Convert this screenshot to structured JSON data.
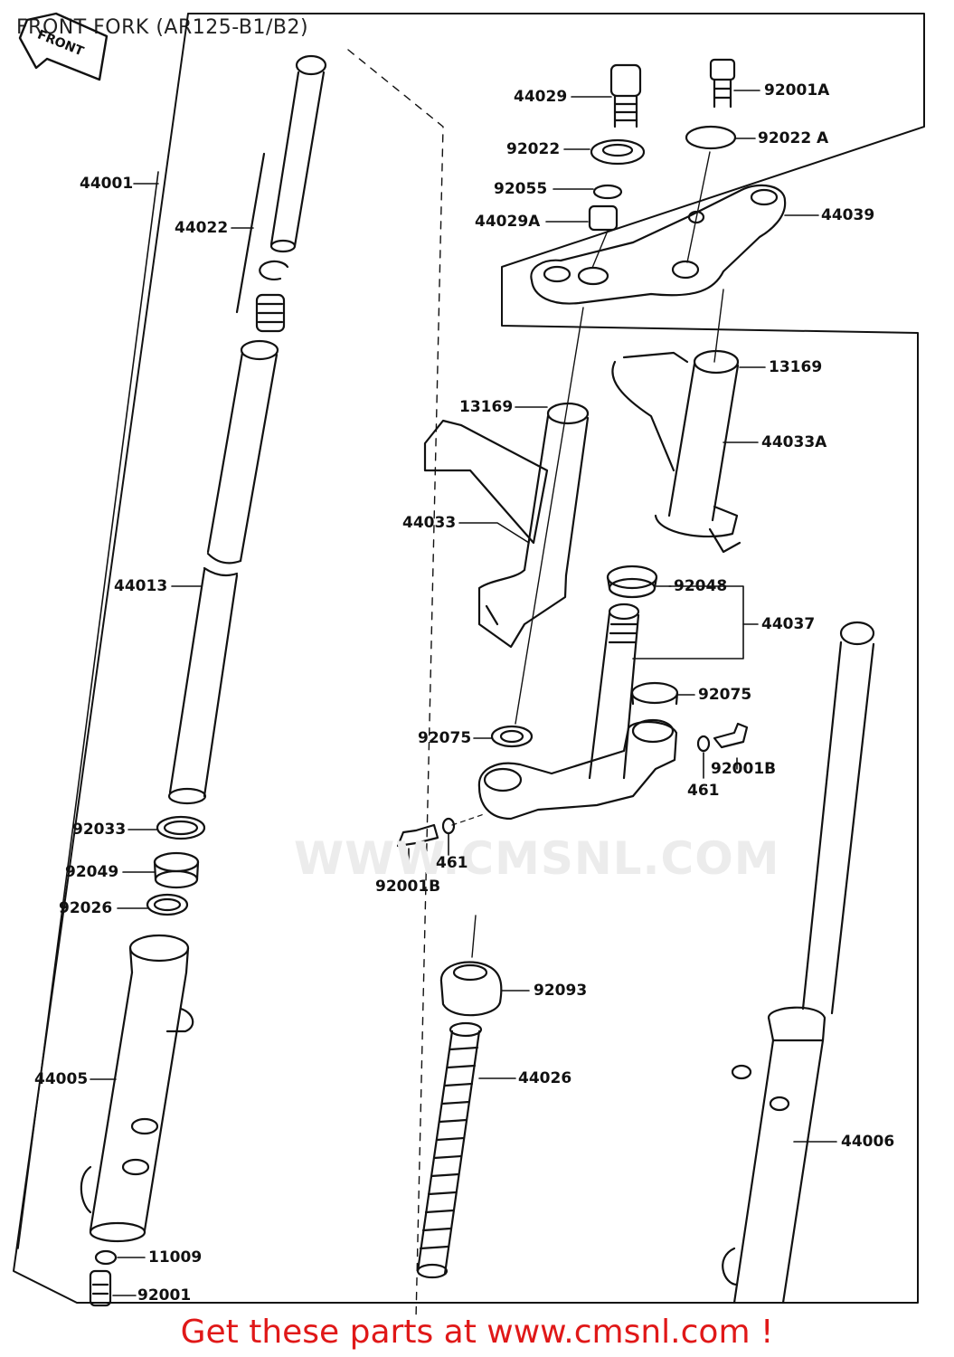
{
  "title": "FRONT FORK (AR125-B1/B2)",
  "front_badge": "FRONT",
  "watermark": "WWW.CMSNL.COM",
  "promo": "Get these parts at www.cmsnl.com !",
  "parts": [
    {
      "id": "p44029",
      "label": "44029"
    },
    {
      "id": "p92001A",
      "label": "92001A"
    },
    {
      "id": "p92022",
      "label": "92022"
    },
    {
      "id": "p92022A",
      "label": "92022 A"
    },
    {
      "id": "p92055",
      "label": "92055"
    },
    {
      "id": "p44029A",
      "label": "44029A"
    },
    {
      "id": "p44039",
      "label": "44039"
    },
    {
      "id": "p44001",
      "label": "44001"
    },
    {
      "id": "p44022",
      "label": "44022"
    },
    {
      "id": "p13169a",
      "label": "13169"
    },
    {
      "id": "p13169b",
      "label": "13169"
    },
    {
      "id": "p44033A",
      "label": "44033A"
    },
    {
      "id": "p44033",
      "label": "44033"
    },
    {
      "id": "p44013",
      "label": "44013"
    },
    {
      "id": "p92048",
      "label": "92048"
    },
    {
      "id": "p44037",
      "label": "44037"
    },
    {
      "id": "p92075a",
      "label": "92075"
    },
    {
      "id": "p92075b",
      "label": "92075"
    },
    {
      "id": "p92001Ba",
      "label": "92001B"
    },
    {
      "id": "p461a",
      "label": "461"
    },
    {
      "id": "p92033",
      "label": "92033"
    },
    {
      "id": "p92049",
      "label": "92049"
    },
    {
      "id": "p92026",
      "label": "92026"
    },
    {
      "id": "p461b",
      "label": "461"
    },
    {
      "id": "p92001Bb",
      "label": "92001B"
    },
    {
      "id": "p92093",
      "label": "92093"
    },
    {
      "id": "p44005",
      "label": "44005"
    },
    {
      "id": "p44026",
      "label": "44026"
    },
    {
      "id": "p44006",
      "label": "44006"
    },
    {
      "id": "p11009",
      "label": "11009"
    },
    {
      "id": "p92001",
      "label": "92001"
    }
  ]
}
